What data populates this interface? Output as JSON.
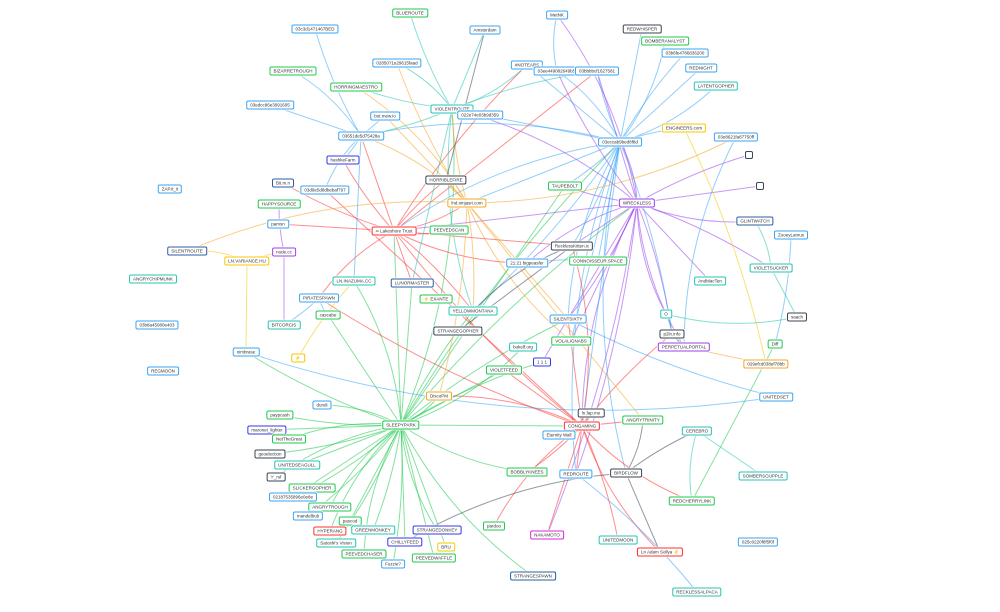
{
  "palette": {
    "lb": "#3aa6f5",
    "gr": "#1fc94f",
    "te": "#22c6b4",
    "dk": "#3a4556",
    "db": "#2d5da6",
    "pu": "#9a42ef",
    "or": "#f5a623",
    "ye": "#f7c800",
    "re": "#ff3030",
    "ma": "#e020e0",
    "in": "#3535f0"
  },
  "nodes": [
    {
      "label": "03c3d1471467BED",
      "c": "lb"
    },
    {
      "label": "BLUEROUTE",
      "c": "gr"
    },
    {
      "label": "Amsterdam",
      "c": "lb"
    },
    {
      "label": "MetNK",
      "c": "lb"
    },
    {
      "label": "REDWHISPER",
      "c": "dk"
    },
    {
      "label": "BOMBERANALYST",
      "c": "gr"
    },
    {
      "label": "03b6fe4786836200",
      "c": "lb"
    },
    {
      "label": "REDNIGHT",
      "c": "lb"
    },
    {
      "label": "LATENTGOPHER",
      "c": "te"
    },
    {
      "label": "02850?1e29615faad",
      "c": "lb"
    },
    {
      "label": "BIZARRETROUGH",
      "c": "gr"
    },
    {
      "label": "HORRINGMAESTRO",
      "c": "gr"
    },
    {
      "label": "#NOTEARS",
      "c": "lb"
    },
    {
      "label": "03ee449082649b5f",
      "c": "lb"
    },
    {
      "label": "03bbbbcf1627581",
      "c": "lb"
    },
    {
      "label": "03edcc96e3091605",
      "c": "lb"
    },
    {
      "label": "VIOLENTROUTE",
      "c": "te"
    },
    {
      "label": "022e74e03b9d359",
      "c": "lb"
    },
    {
      "label": "bot.mew.io",
      "c": "lb"
    },
    {
      "label": "ENGINEERS.com",
      "c": "ye"
    },
    {
      "label": "03eccab9bed8f8d",
      "c": "lb"
    },
    {
      "label": "03e8621fa87750ff",
      "c": "lb"
    },
    {
      "label": "03651de5d75428a",
      "c": "lb"
    },
    {
      "label": "hashkeFarm",
      "c": "in"
    },
    {
      "label": "",
      "c": "dk",
      "sq": true
    },
    {
      "label": "",
      "c": "dk",
      "sq": true
    },
    {
      "label": "HORRIBLEFIRE",
      "c": "dk"
    },
    {
      "label": "TAUPEBOLT",
      "c": "gr"
    },
    {
      "label": "03d9e5d8dbebaf797",
      "c": "lb"
    },
    {
      "label": "Bit.m.n",
      "c": "db"
    },
    {
      "label": "ZAP.it_it",
      "c": "lb"
    },
    {
      "label": "lnd.ninjasri.com",
      "c": "or"
    },
    {
      "label": "WRECKLESS",
      "c": "pu"
    },
    {
      "label": "HAPPYSOURCE",
      "c": "gr"
    },
    {
      "label": "pamsn",
      "c": "lb"
    },
    {
      "label": "∞ Lakeshore Trust",
      "c": "re"
    },
    {
      "label": "PEEVEDSCAN",
      "c": "gr"
    },
    {
      "label": "GLINTWATCH",
      "c": "db"
    },
    {
      "label": "ZooeyLamus",
      "c": "lb"
    },
    {
      "label": "RecklessKitten.ic",
      "c": "dk"
    },
    {
      "label": "SILENTROUTE",
      "c": "db"
    },
    {
      "label": "LN.VARIANCE.HU",
      "c": "ye"
    },
    {
      "label": "node.cc",
      "c": "pu"
    },
    {
      "label": "21:21 bigpeasfer",
      "c": "lb"
    },
    {
      "label": "CONNOISSEUR.SPACE",
      "c": "gr"
    },
    {
      "label": "VIOLETSUCKER",
      "c": "te"
    },
    {
      "label": "LN.INAZUMA.CC",
      "c": "te"
    },
    {
      "label": "ANGRYCHIPMUNK",
      "c": "te"
    },
    {
      "label": "LUNORMASTER",
      "c": "db"
    },
    {
      "label": "AndMacTen",
      "c": "te"
    },
    {
      "label": "PIRATESPAWN",
      "c": "lb"
    },
    {
      "label": "⚡ EXANTE",
      "c": "gr"
    },
    {
      "label": "YELLOWMONTANA",
      "c": "te"
    },
    {
      "label": "cascabe",
      "c": "gr"
    },
    {
      "label": "BITCORCIS",
      "c": "te"
    },
    {
      "label": "03b8a45080e403",
      "c": "lb"
    },
    {
      "label": "SILENTSIXTY",
      "c": "lb"
    },
    {
      "label": "O",
      "c": "te"
    },
    {
      "label": "saach",
      "c": "dk"
    },
    {
      "label": "STRANGEGOPHER",
      "c": "dk"
    },
    {
      "label": "p2ln.info",
      "c": "dk"
    },
    {
      "label": "bokelf.org",
      "c": "te"
    },
    {
      "label": "VOLALIGNABS",
      "c": "gr"
    },
    {
      "label": "PERPETUALPORTAL",
      "c": "pu"
    },
    {
      "label": "1 1 1",
      "c": "in"
    },
    {
      "label": "Diff",
      "c": "gr"
    },
    {
      "label": "nimbrase",
      "c": "lb"
    },
    {
      "label": "⚡",
      "c": "ye"
    },
    {
      "label": "VIOLETFEED",
      "c": "gr"
    },
    {
      "label": "029efcd038ef78bb",
      "c": "or"
    },
    {
      "label": "REGMOON",
      "c": "lb"
    },
    {
      "label": "DiscoPM",
      "c": "or"
    },
    {
      "label": "UNITEDSET",
      "c": "lb"
    },
    {
      "label": "dundi",
      "c": "lb"
    },
    {
      "label": "paypcash",
      "c": "gr"
    },
    {
      "label": "SLEEPYPARK",
      "c": "gr"
    },
    {
      "label": "ln.fap.me",
      "c": "dk"
    },
    {
      "label": "ANGRYTRINITY",
      "c": "gr"
    },
    {
      "label": "maronet_lighter",
      "c": "in"
    },
    {
      "label": "CONGAMING",
      "c": "re"
    },
    {
      "label": "CEREBRO",
      "c": "te"
    },
    {
      "label": "Eternity Wall",
      "c": "lb"
    },
    {
      "label": "NetTheGreat",
      "c": "gr"
    },
    {
      "label": "geoelection",
      "c": "dk"
    },
    {
      "label": "UNITEDSEAGULL",
      "c": "te"
    },
    {
      "label": "'r'_rsf",
      "c": "dk"
    },
    {
      "label": "BOBBLYKNEES",
      "c": "gr"
    },
    {
      "label": "REDROUTE",
      "c": "lb"
    },
    {
      "label": "BIRDFLOW",
      "c": "dk"
    },
    {
      "label": "SLICKERGOPHER",
      "c": "gr"
    },
    {
      "label": "SOMBERSOUPPLE",
      "c": "te"
    },
    {
      "label": "02187535896e0e8e",
      "c": "lb"
    },
    {
      "label": "ANGRYTROUGH",
      "c": "gr"
    },
    {
      "label": "REDCHERRYLINK",
      "c": "gr"
    },
    {
      "label": "mandelbub",
      "c": "lb"
    },
    {
      "label": "pascod",
      "c": "gr"
    },
    {
      "label": "HYPERANG",
      "c": "re"
    },
    {
      "label": "pardoo",
      "c": "gr"
    },
    {
      "label": "GREENMONKEY",
      "c": "te"
    },
    {
      "label": "UNITEDMOON",
      "c": "te"
    },
    {
      "label": "NAKAMOTO",
      "c": "ma"
    },
    {
      "label": "CHILLYFEED",
      "c": "in"
    },
    {
      "label": "STRANGEDONKEY",
      "c": "in"
    },
    {
      "label": "Satoshi's Vision",
      "c": "te"
    },
    {
      "label": "BRU",
      "c": "ye"
    },
    {
      "label": "PEEVEDCHASER",
      "c": "gr"
    },
    {
      "label": "Fuzzie?",
      "c": "lb"
    },
    {
      "label": "PEEVEDWAFFLE",
      "c": "gr"
    },
    {
      "label": "Ln Adam Sollya ⚡",
      "c": "re"
    },
    {
      "label": "025c0220f8f5f0f",
      "c": "lb"
    },
    {
      "label": "STRANGESPAWN",
      "c": "db"
    },
    {
      "label": "RECKLESSALPACA",
      "c": "te"
    }
  ],
  "edges": [
    [
      75,
      73
    ],
    [
      75,
      74
    ],
    [
      75,
      78
    ],
    [
      75,
      82
    ],
    [
      75,
      83
    ],
    [
      75,
      84
    ],
    [
      75,
      85
    ],
    [
      75,
      89
    ],
    [
      75,
      91
    ],
    [
      75,
      92
    ],
    [
      75,
      94
    ],
    [
      75,
      95
    ],
    [
      75,
      96
    ],
    [
      75,
      98
    ],
    [
      75,
      101
    ],
    [
      75,
      102
    ],
    [
      75,
      103
    ],
    [
      75,
      104
    ],
    [
      75,
      105
    ],
    [
      75,
      106
    ],
    [
      75,
      107
    ],
    [
      75,
      71
    ],
    [
      75,
      52
    ],
    [
      75,
      48
    ],
    [
      75,
      16
    ],
    [
      75,
      64
    ],
    [
      75,
      68
    ],
    [
      75,
      61
    ],
    [
      75,
      56
    ],
    [
      75,
      79
    ],
    [
      75,
      86
    ],
    [
      75,
      32
    ],
    [
      75,
      27
    ],
    [
      75,
      110
    ],
    [
      75,
      66
    ],
    [
      75,
      53
    ],
    [
      75,
      46
    ],
    [
      75,
      20
    ],
    [
      75,
      35
    ],
    [
      32,
      20
    ],
    [
      32,
      24
    ],
    [
      32,
      25
    ],
    [
      32,
      37
    ],
    [
      32,
      45
    ],
    [
      32,
      49
    ],
    [
      32,
      57
    ],
    [
      32,
      60
    ],
    [
      32,
      62
    ],
    [
      32,
      63
    ],
    [
      32,
      13
    ],
    [
      32,
      14
    ],
    [
      32,
      16
    ],
    [
      32,
      27
    ],
    [
      32,
      39
    ],
    [
      32,
      43
    ],
    [
      32,
      56
    ],
    [
      32,
      64
    ],
    [
      32,
      79
    ],
    [
      32,
      87
    ],
    [
      32,
      35
    ],
    [
      32,
      3
    ],
    [
      32,
      100
    ],
    [
      20,
      4
    ],
    [
      20,
      5
    ],
    [
      20,
      6
    ],
    [
      20,
      7
    ],
    [
      20,
      8
    ],
    [
      20,
      19
    ],
    [
      20,
      12
    ],
    [
      20,
      13
    ],
    [
      20,
      14
    ],
    [
      20,
      16
    ],
    [
      20,
      22
    ],
    [
      20,
      39
    ],
    [
      20,
      44
    ],
    [
      20,
      56
    ],
    [
      20,
      60
    ],
    [
      20,
      79
    ],
    [
      20,
      87
    ],
    [
      20,
      27
    ],
    [
      20,
      31
    ],
    [
      20,
      35
    ],
    [
      20,
      52
    ],
    [
      20,
      62
    ],
    [
      20,
      88
    ],
    [
      79,
      76
    ],
    [
      79,
      77
    ],
    [
      79,
      81
    ],
    [
      79,
      86
    ],
    [
      79,
      87
    ],
    [
      79,
      97
    ],
    [
      79,
      99
    ],
    [
      79,
      100
    ],
    [
      79,
      108
    ],
    [
      79,
      35
    ],
    [
      79,
      56
    ],
    [
      79,
      39
    ],
    [
      79,
      60
    ],
    [
      79,
      68
    ],
    [
      79,
      71
    ],
    [
      79,
      50
    ],
    [
      79,
      28
    ],
    [
      79,
      93
    ],
    [
      35,
      29
    ],
    [
      35,
      34
    ],
    [
      35,
      36
    ],
    [
      35,
      26
    ],
    [
      35,
      39
    ],
    [
      35,
      50
    ],
    [
      35,
      52
    ],
    [
      35,
      48
    ],
    [
      35,
      43
    ],
    [
      35,
      12
    ],
    [
      35,
      14
    ],
    [
      35,
      31
    ],
    [
      35,
      23
    ],
    [
      35,
      22
    ],
    [
      31,
      11
    ],
    [
      31,
      9
    ],
    [
      31,
      18
    ],
    [
      31,
      22
    ],
    [
      31,
      16
    ],
    [
      31,
      26
    ],
    [
      31,
      40
    ],
    [
      31,
      52
    ],
    [
      31,
      56
    ],
    [
      31,
      62
    ],
    [
      31,
      71
    ],
    [
      31,
      77
    ],
    [
      31,
      21
    ],
    [
      16,
      1
    ],
    [
      16,
      2
    ],
    [
      16,
      9
    ],
    [
      16,
      11
    ],
    [
      16,
      17
    ],
    [
      16,
      12
    ],
    [
      16,
      14
    ],
    [
      16,
      48
    ],
    [
      16,
      52
    ],
    [
      16,
      22
    ],
    [
      22,
      15
    ],
    [
      22,
      10
    ],
    [
      22,
      0
    ],
    [
      22,
      18
    ],
    [
      22,
      28
    ],
    [
      22,
      23
    ],
    [
      22,
      46
    ],
    [
      41,
      40
    ],
    [
      41,
      42
    ],
    [
      41,
      66
    ],
    [
      66,
      72
    ],
    [
      42,
      33
    ],
    [
      42,
      54
    ],
    [
      50,
      53
    ],
    [
      50,
      54
    ],
    [
      45,
      58
    ],
    [
      45,
      37
    ],
    [
      38,
      65
    ],
    [
      65,
      93
    ],
    [
      21,
      63
    ],
    [
      19,
      69
    ],
    [
      69,
      63
    ],
    [
      57,
      58
    ],
    [
      57,
      60
    ],
    [
      60,
      63
    ],
    [
      88,
      77
    ],
    [
      88,
      80
    ],
    [
      88,
      108
    ],
    [
      88,
      101
    ],
    [
      87,
      111
    ],
    [
      80,
      90
    ],
    [
      80,
      93
    ],
    [
      72,
      56
    ],
    [
      39,
      59
    ],
    [
      39,
      52
    ],
    [
      43,
      44
    ],
    [
      26,
      2
    ],
    [
      3,
      13
    ],
    [
      67,
      46
    ]
  ]
}
